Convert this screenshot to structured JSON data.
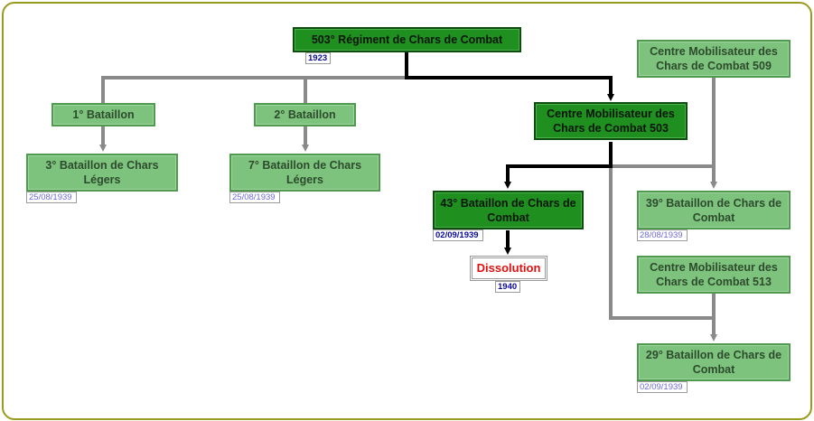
{
  "nodes": {
    "regiment_503": {
      "label": "503° Régiment de Chars de Combat",
      "date": "1923"
    },
    "bataillon_1": {
      "label": "1° Bataillon"
    },
    "bataillon_2": {
      "label": "2° Bataillon"
    },
    "cm_503": {
      "label": "Centre Mobilisateur des Chars de Combat 503"
    },
    "cm_509": {
      "label": "Centre Mobilisateur des Chars de Combat 509"
    },
    "bcl_3": {
      "label": "3° Bataillon de Chars Légers",
      "date": "25/08/1939"
    },
    "bcl_7": {
      "label": "7° Bataillon de Chars Légers",
      "date": "25/08/1939"
    },
    "bcc_43": {
      "label": "43° Bataillon de Chars de Combat",
      "date": "02/09/1939"
    },
    "bcc_39": {
      "label": "39° Bataillon de Chars de Combat",
      "date": "28/08/1939"
    },
    "dissolution": {
      "label": "Dissolution",
      "date": "1940"
    },
    "cm_513": {
      "label": "Centre Mobilisateur des Chars de Combat 513"
    },
    "bcc_29": {
      "label": "29° Bataillon de Chars de Combat",
      "date": "02/09/1939"
    }
  },
  "colors": {
    "frame": "#9a9a1e",
    "node_light": "#7dc37d",
    "node_dark": "#1f8f1f",
    "line_grey": "#8a8a8a",
    "line_black": "#000000",
    "dissolution_text": "#e01010",
    "date_text_dim": "#6a6ad8",
    "date_text_strong": "#0b0b9a"
  }
}
